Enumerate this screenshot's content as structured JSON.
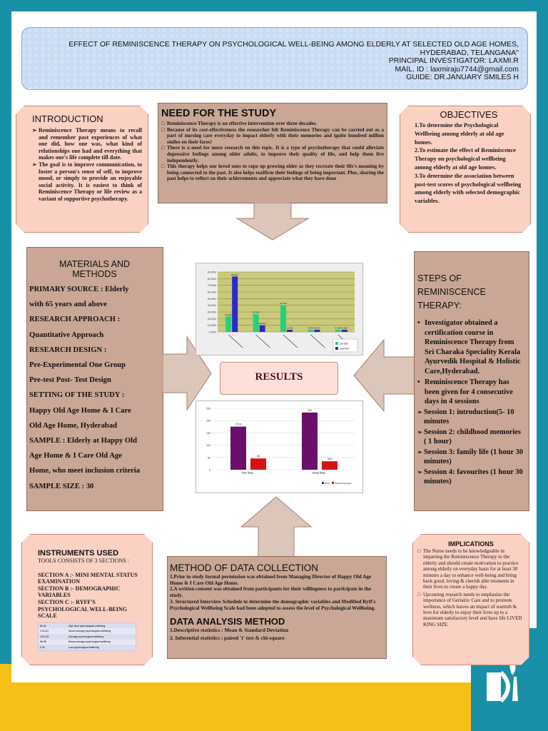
{
  "header": {
    "title": "EFFECT OF REMINISCENCE THERAPY ON PSYCHOLOGICAL WELL-BEING AMONG ELDERLY AT SELECTED OLD AGE HOMES, HYDERABAD, TELANGANA\"",
    "investigator": "PRINCIPAL INVESTIGATOR: LAXMI.R",
    "mail": "MAIL. ID : laxmiraju7744@gmail.com",
    "guide": "GUIDE: DR.JANUARY SMILES H"
  },
  "introduction": {
    "title": "INTRODUCTION",
    "items": [
      "Reminiscence Therapy means to recall and remember past experiences of what one did, how one was, what kind of relationships one had and everything that makes one's life complete till date.",
      "The goal is to improve communication, to foster a person's sense of self, to improve mood, or simply to provide an enjoyable social activity. It is easiest to think of Reminiscence Therapy or life review as a variant of supportive psychotherapy."
    ]
  },
  "need": {
    "title": "NEED FOR THE STUDY",
    "items": [
      "Reminiscence Therapy is an effective intervention over three decades.",
      "Because of its cost-effectiveness the researcher felt Reminiscence Therapy can be carried out as a part of nursing care everyday to impact elderly with their memories and ignite hundred million smiles on their faces!",
      "There is a need for more research on this topic. It is a type of psychotherapy that could alleviate depressive feelings among older adults, to improve their quality of life, and help them live independently.",
      "This therapy helps our loved ones to cope up growing older as they recreate their life's meaning by being connected to the past. It also helps reaffirm their feelings of being important. Plus, sharing the past helps to reflect on their achievements and appreciate what they have done"
    ]
  },
  "objectives": {
    "title": "OBJECTIVES",
    "items": [
      "1.To determine the Psychological Wellbeing among elderly at old age homes.",
      "2.To estimate the effect of Reminiscence Therapy on psychological wellbeing among elderly at old age homes.",
      "3.To determine the association between post-test scores of psychological wellbeing among elderly with selected demographic variables."
    ]
  },
  "materials": {
    "title": "MATERIALS AND METHODS",
    "lines": [
      "PRIMARY SOURCE : Elderly",
      "with 65 years and above",
      "RESEARCH APPROACH :",
      "Quantitative Approach",
      "RESEARCH DESIGN :",
      "Pre-Experimental One Group",
      "Pre-test Post- Test Design",
      "SETTING OF THE STUDY :",
      "Happy Old Age Home & I Care",
      "Old Age Home, Hyderabad",
      "SAMPLE : Elderly at Happy Old",
      "Age Home & I Care Old Age",
      "Home, who meet inclusion criteria",
      "SAMPLE SIZE : 30"
    ]
  },
  "steps": {
    "title": "STEPS OF REMINISCENCE THERAPY:",
    "bullets": [
      "Investigator obtained a certification course in Reminiscence Therapy from Sri Charaka Speciality Kerala Ayurvedik Hospital & Holistic Care,Hyderabad.",
      "Reminiscence Therapy has been given for 4 consecutive days in 4 sessions"
    ],
    "sessions": [
      "Session 1: introduction(5- 10 minutes",
      "Session 2: childhood memories ( 1 hour)",
      "Session 3: family life (1 hour 30 minutes)",
      "Session 4: favourites (1 hour 30 minutes)"
    ]
  },
  "results": {
    "label": "RESULTS"
  },
  "instruments": {
    "title": "INSTRUMENTS USED",
    "subtitle": "TOOLS CONSISTS OF 3 SECTIONS :",
    "sections": [
      "SECTION A :- MINI MENTAL STATUS EXAMINATION",
      "SECTION B :- DEMOGRAPHIC VARIABLES",
      "SECTION C :- RYFF'S PSYCHOLOGICAL WELL-BEING SCALE"
    ],
    "table": [
      [
        "84-90",
        "High level psychological wellbeing"
      ],
      [
        "176-211",
        "Above average psychological wellbeing"
      ],
      [
        "130-163",
        "Average psychological wellbeing"
      ],
      [
        "96-98",
        "Below average psychological wellbeing"
      ],
      [
        "0-90",
        "Low psychological wellbeing"
      ]
    ]
  },
  "method": {
    "title": "METHOD OF DATA COLLECTION",
    "items": [
      "1.Prior to study formal permission was obtained from Managing Director of  Happy Old Age Home & I Care Old Age Home.",
      "2.A written consent was obtained from participants for their willingness to participate in the study.",
      "3. Structured Interview Schedule to determine the demographic variables and Modified Ryff's Psychological Wellbeing Scale had been adopted to assess the level of Psychological Wellbeing."
    ],
    "analysis_title": "DATA ANALYSIS METHOD",
    "analysis_items": [
      "1.Descriptive statistics : Mean & Standard Deviation",
      "2. Inferential statistics : paired 't' test & chi-square"
    ]
  },
  "implications": {
    "title": "IMPLICATIONS",
    "items": [
      "The Nurse needs to be knowledgeable in imparting the Reminiscence Therapy to the elderly and should create motivation to practice among elderly on everyday basis for at least 30 minutes a day to enhance well-being and bring back good, loving & cherish able moments in their lives to create a happy day.",
      "Upcoming research needs to emphasize the importance of Geriatric Care and to promote wellness, which leaves an impact of warmth & love for elderly to enjoy their lives up to a maximum satisfactory level and have life LIVED KING SIZE."
    ]
  },
  "chart_data": [
    {
      "type": "bar",
      "categories": [
        "",
        "",
        "",
        "",
        ""
      ],
      "series": [
        {
          "name": "pre-test",
          "values": [
            23.3,
            26.7,
            40.0,
            3.3,
            3.3
          ]
        },
        {
          "name": "post-test",
          "values": [
            83.3,
            10.0,
            3.3,
            3.3,
            3.3
          ]
        }
      ],
      "ylim": [
        0,
        90
      ],
      "yticks": [
        "0.00%",
        "10.00%",
        "20.00%",
        "30.00%",
        "40.00%",
        "50.00%",
        "60.00%",
        "70.00%",
        "80.00%",
        "90.00%"
      ],
      "colors": [
        "#25d07a",
        "#2a2ac9"
      ],
      "bg": "#c9c97a"
    },
    {
      "type": "bar",
      "categories": [
        "Pre-Test",
        "Post-Test"
      ],
      "series": [
        {
          "name": "Mean",
          "values": [
            175.6,
            233.0
          ]
        },
        {
          "name": "Standard Deviation",
          "values": [
            46.0,
            34.5
          ]
        }
      ],
      "ylim": [
        0,
        250
      ],
      "yticks": [
        "0",
        "50",
        "100",
        "150",
        "200",
        "250"
      ],
      "colors": [
        "#6b0f6b",
        "#d81212"
      ]
    }
  ]
}
